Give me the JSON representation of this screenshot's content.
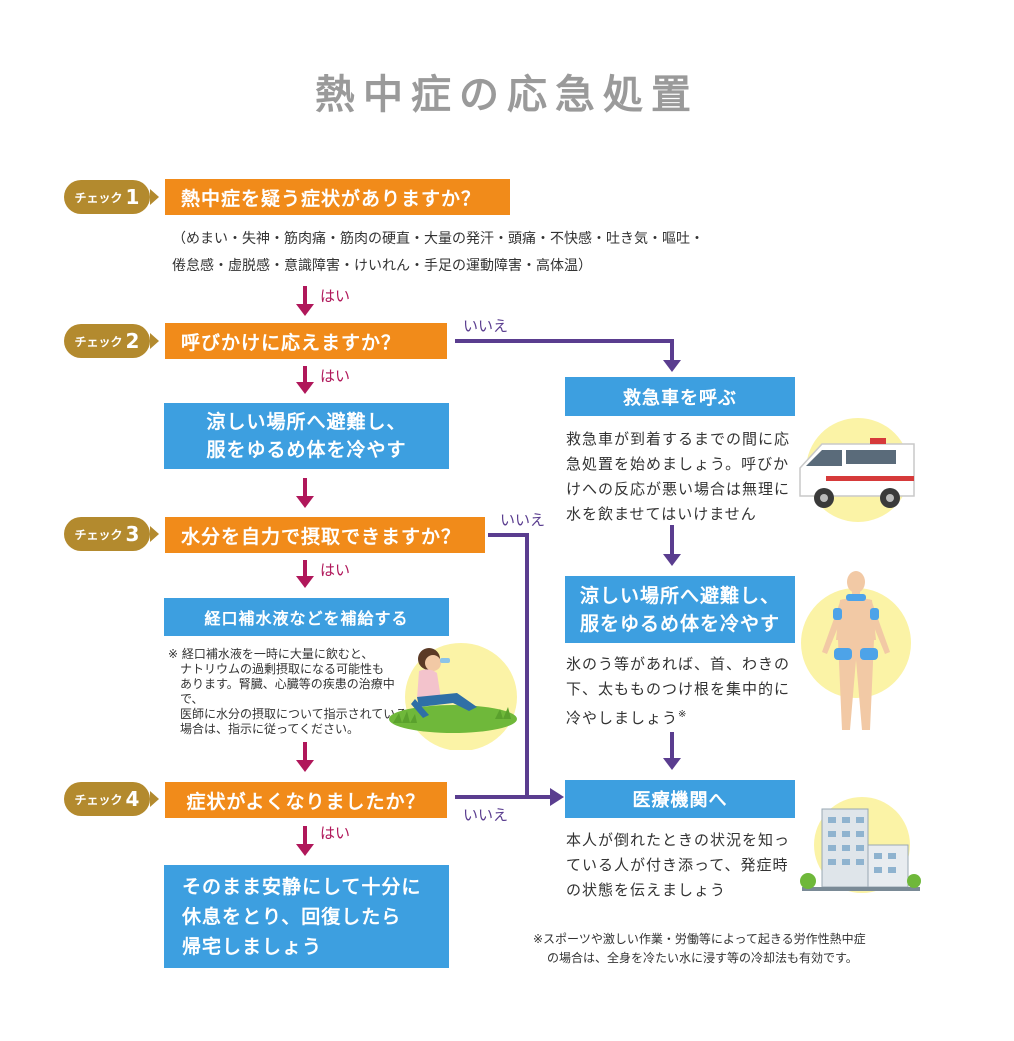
{
  "title": "熱中症の応急処置",
  "check_label": "チェック",
  "checks": [
    {
      "num": "1",
      "question": "熱中症を疑う症状がありますか？"
    },
    {
      "num": "2",
      "question": "呼びかけに応えますか？"
    },
    {
      "num": "3",
      "question": "水分を自力で摂取できますか？"
    },
    {
      "num": "4",
      "question": "症状がよくなりましたか？"
    }
  ],
  "symptoms": {
    "line1": "（めまい・失神・筋肉痛・筋肉の硬直・大量の発汗・頭痛・不快感・吐き気・嘔吐・",
    "line2": "倦怠感・虚脱感・意識障害・けいれん・手足の運動障害・高体温）"
  },
  "yes": "はい",
  "no": "いいえ",
  "left_actions": {
    "cool_line1": "涼しい場所へ避難し、",
    "cool_line2": "服をゆるめ体を冷やす",
    "ors": "経口補水液などを補給する",
    "rest_line1": "そのまま安静にして十分に",
    "rest_line2": "休息をとり、回復したら",
    "rest_line3": "帰宅しましょう"
  },
  "ors_note": [
    "※ 経口補水液を一時に大量に飲むと、",
    "ナトリウムの過剰摂取になる可能性も",
    "あります。腎臓、心臓等の疾患の治療中で、",
    "医師に水分の摂取について指示されている",
    "場合は、指示に従ってください。"
  ],
  "right_actions": {
    "ambulance": "救急車を呼ぶ",
    "ambulance_desc": [
      "救急車が到着するまでの間に応",
      "急処置を始めましょう。呼びか",
      "けへの反応が悪い場合は無理に",
      "水を飲ませてはいけません"
    ],
    "cool_line1": "涼しい場所へ避難し、",
    "cool_line2": "服をゆるめ体を冷やす",
    "cool_desc": [
      "氷のう等があれば、首、わきの",
      "下、太もものつけ根を集中的に",
      "冷やしましょう"
    ],
    "cool_mark": "※",
    "hospital": "医療機関へ",
    "hospital_desc": [
      "本人が倒れたときの状況を知っ",
      "ている人が付き添って、発症時",
      "の状態を伝えましょう"
    ]
  },
  "footnote": {
    "line1": "※スポーツや激しい作業・労働等によって起きる労作性熱中症",
    "line2": "の場合は、全身を冷たい水に浸す等の冷却法も有効です。"
  },
  "colors": {
    "question": "#f18b1a",
    "action": "#3d9fe0",
    "tag": "#b38a2e",
    "yes_arrow": "#b0175a",
    "no_arrow": "#5a3d8f",
    "illustration_bg": "#fbf3a6"
  }
}
